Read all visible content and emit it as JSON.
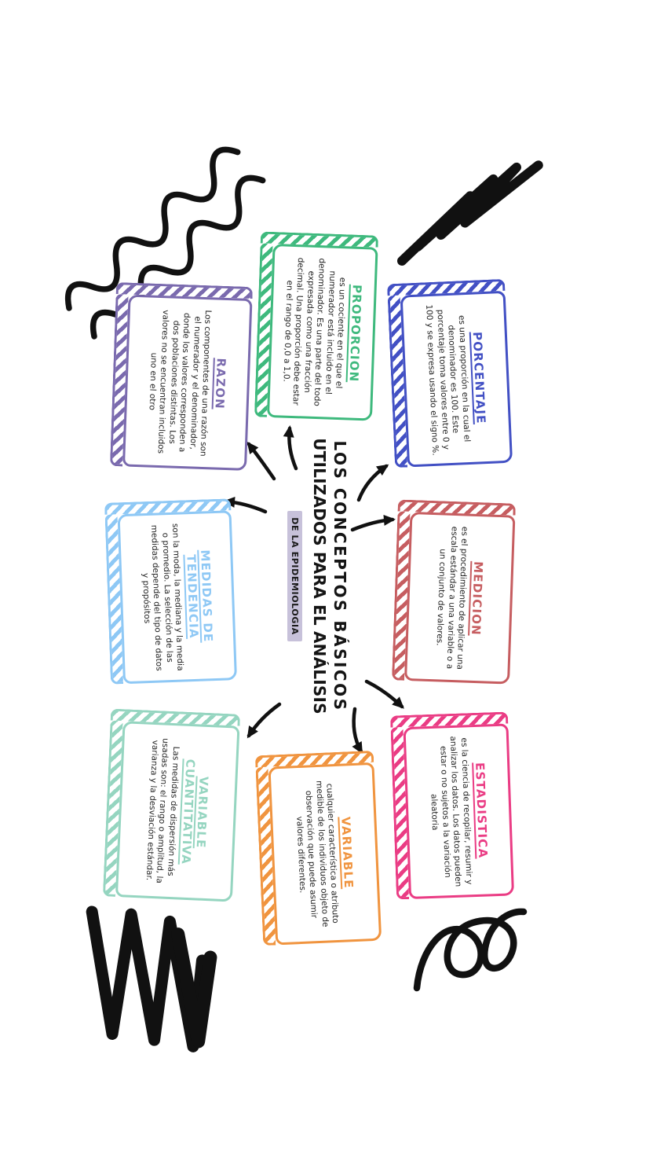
{
  "canvas": {
    "background": "#ffffff",
    "ink": "#111111"
  },
  "title": {
    "line1": "LOS CONCEPTOS BÁSICOS",
    "line2": "UTILIZADOS PARA EL ANÁLISIS",
    "subtitle": "DE LA EPIDEMIOLOGIA",
    "subtitle_highlight": "#c7c1da"
  },
  "cards": [
    {
      "title": "PORCENTAJE",
      "color": "#4250c4",
      "body": "es una proporción en la cual el denominador es 100. Este porcentaje toma valores entre 0 y 100 y se expresa usando el signo %."
    },
    {
      "title": "MEDICION",
      "color": "#c65d60",
      "body": "es el procedimiento de aplicar una escala estándar a una variable o a un conjunto de valores."
    },
    {
      "title": "ESTADISTICA",
      "color": "#ea3c84",
      "body": "es la ciencia de recopilar, resumir y analizar los datos. Los datos pueden estar o no sujetos a la variación aleatoria"
    },
    {
      "title": "PROPORCION",
      "color": "#3eb97d",
      "body": "es un cociente en el que el numerador está incluido en el denominador. Es una parte del todo expresada como una fracción decimal. Una proporción debe estar en el rango de 0,0 a 1,0."
    },
    {
      "title": "VARIABLE",
      "color": "#f0943f",
      "body": "cualquier característica o atributo medible de los individuos objeto de observación que puede asumir valores diferentes."
    },
    {
      "title": "RAZON",
      "color": "#7a6aae",
      "body": "Los componentes de una razón son el numerador y el denominador, donde los valores corresponden a dos poblaciones distintas. Los valores no se encuentran incluidos uno en el otro"
    },
    {
      "title": "MEDIDAS DE TENDENCIA",
      "color": "#8ec8f5",
      "body": "son la moda, la mediana y la media o promedio. La selección de las medidas depende del tipo de datos y propósitos"
    },
    {
      "title": "VARIABLE CUANTITATIVA",
      "color": "#95d5c0",
      "body": "Las medidas de dispersión más usadas son: el rango o amplitud, la varianza y la desviación estándar."
    }
  ],
  "decorations": {
    "doodles": [
      "wavy-lines",
      "zigzag-scribble",
      "marker-scribble",
      "loop-curl"
    ],
    "arrow_targets": [
      "RAZON",
      "PROPORCION",
      "PORCENTAJE",
      "MEDIDAS DE TENDENCIA",
      "MEDICION",
      "VARIABLE CUANTITATIVA",
      "VARIABLE",
      "ESTADISTICA"
    ]
  }
}
